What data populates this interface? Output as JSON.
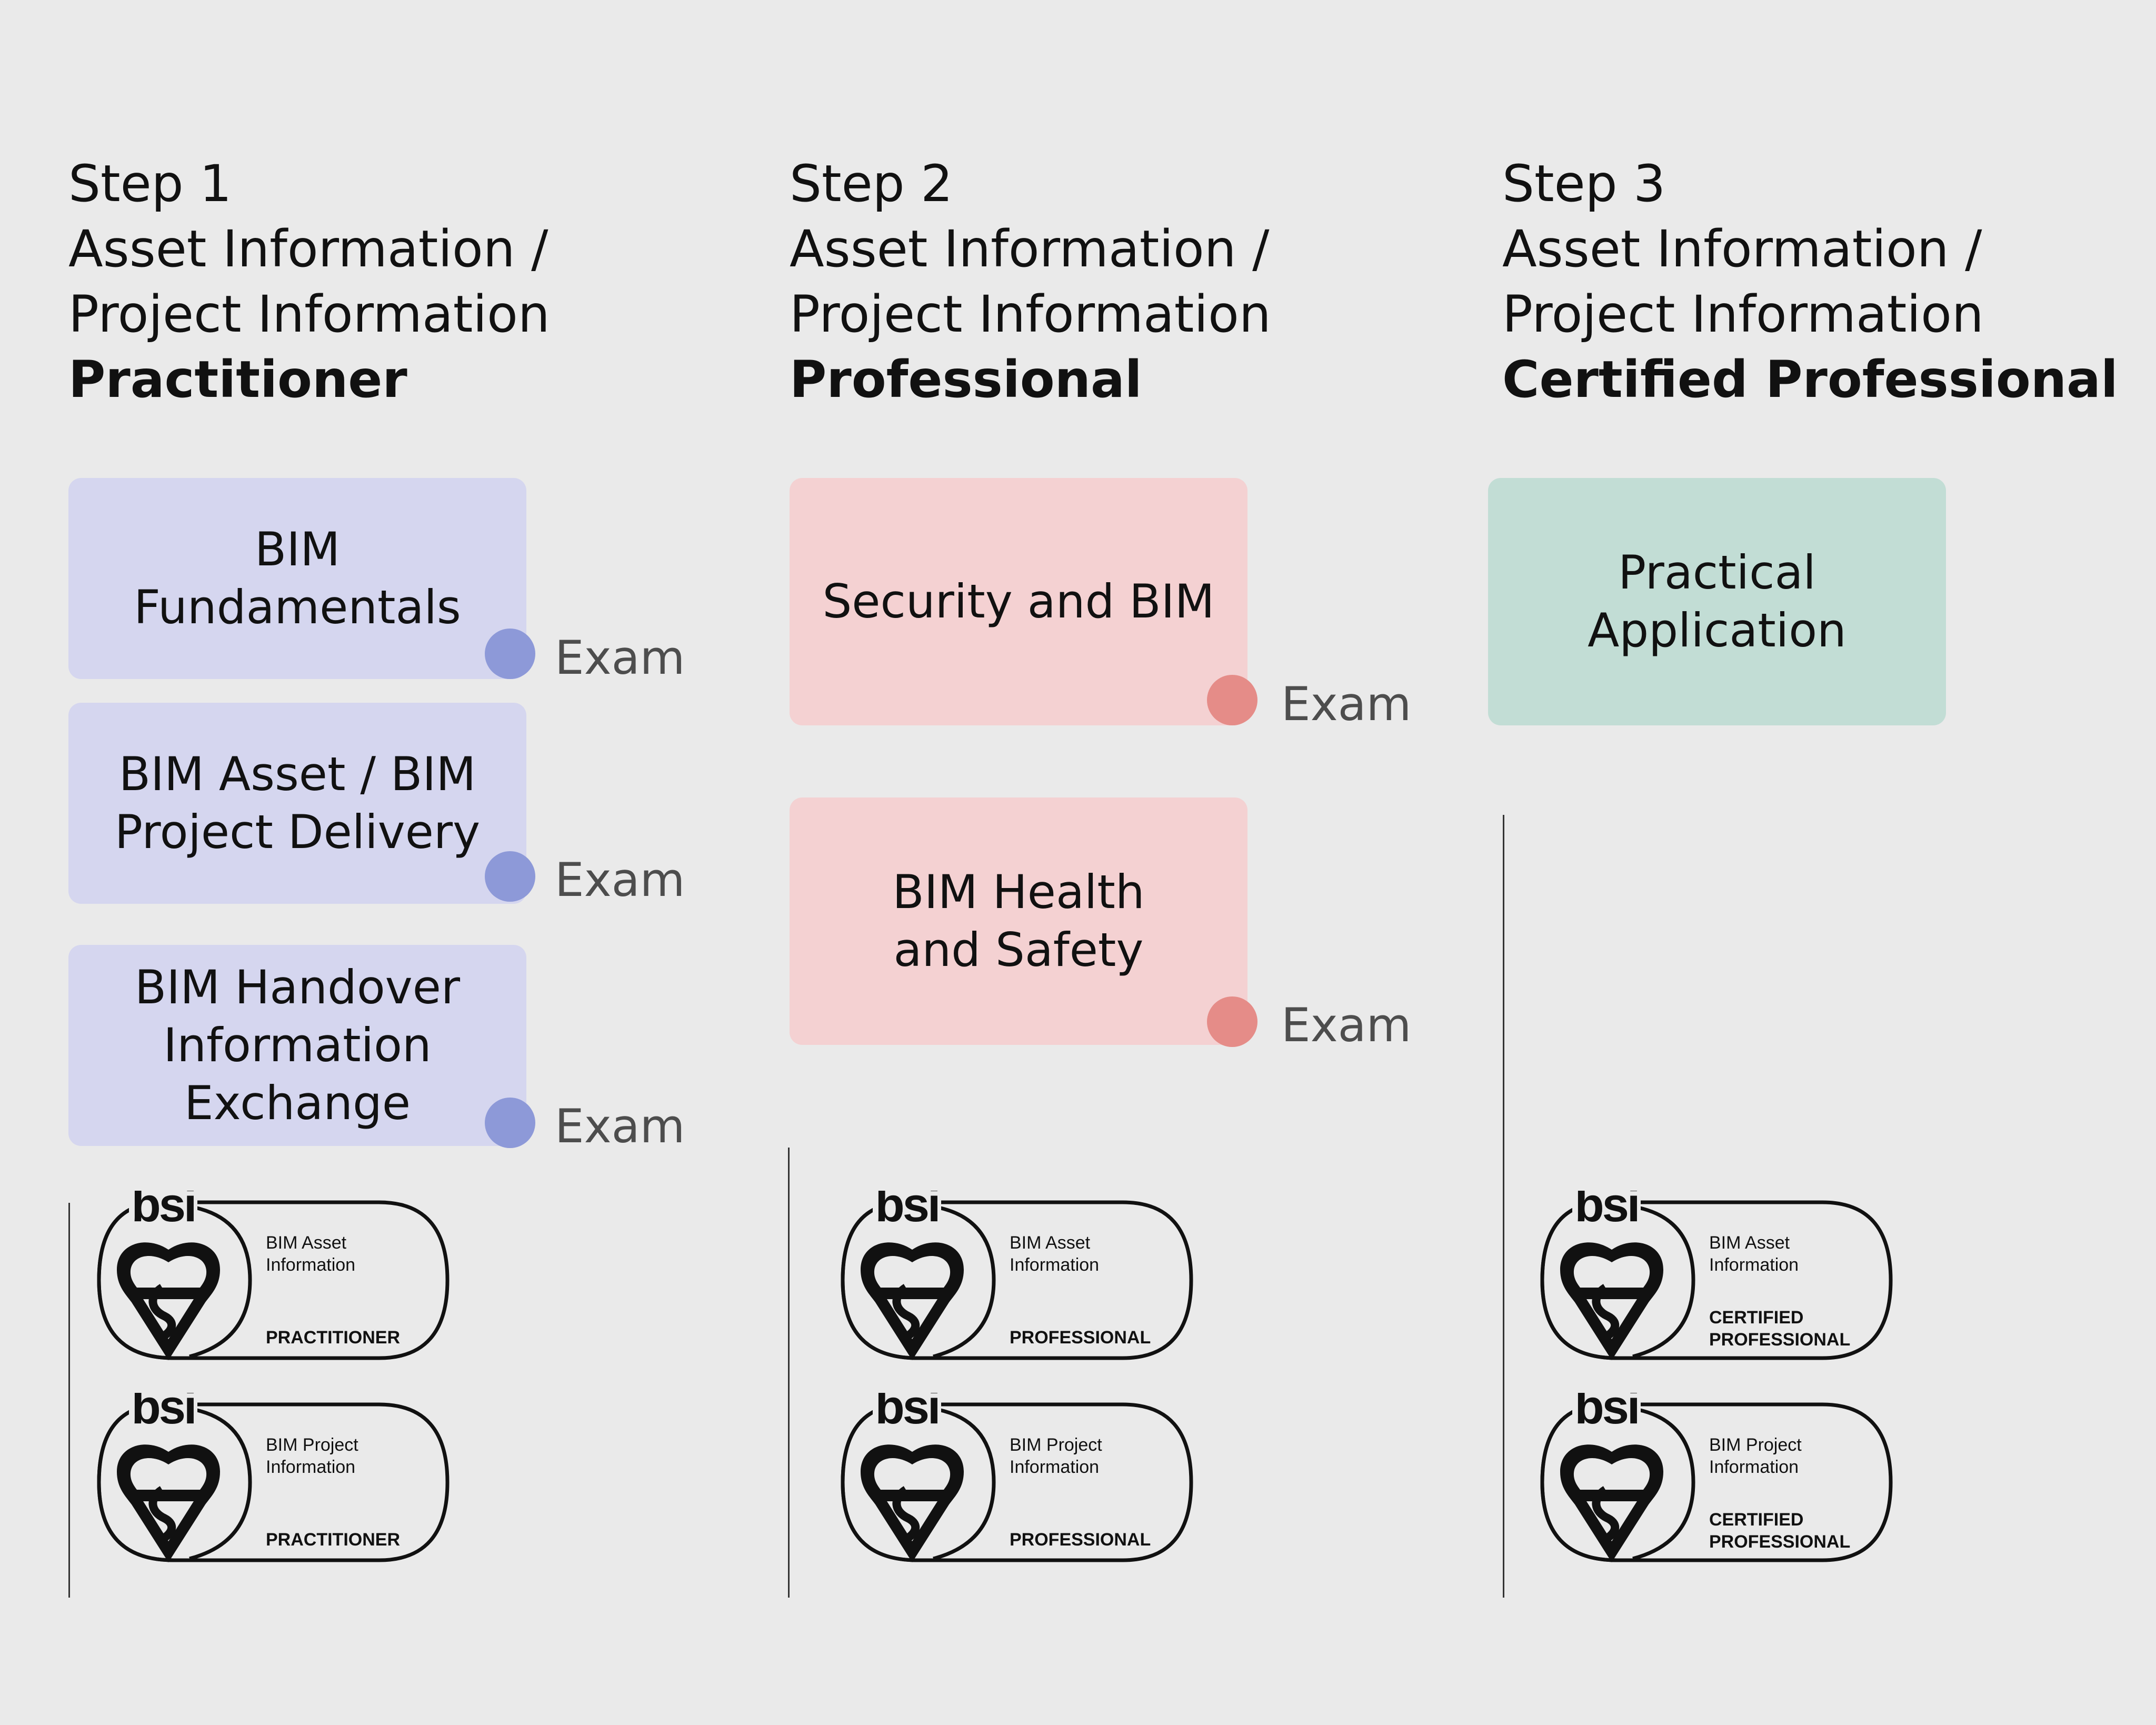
{
  "steps": [
    {
      "step_label": "Step 1",
      "title_line1": "Asset Information /",
      "title_line2": "Project Information",
      "level": "Practitioner",
      "color": "#d5d6ef",
      "accent": "#8d99d8",
      "modules": [
        {
          "name": "BIM\nFundamentals",
          "exam": "Exam"
        },
        {
          "name": "BIM Asset / BIM\nProject Delivery",
          "exam": "Exam"
        },
        {
          "name": "BIM Handover\nInformation\nExchange",
          "exam": "Exam"
        }
      ],
      "badges": [
        {
          "brand": "bsi",
          "line1": "BIM Asset",
          "line2": "Information",
          "level": "PRACTITIONER"
        },
        {
          "brand": "bsi",
          "line1": "BIM Project",
          "line2": "Information",
          "level": "PRACTITIONER"
        }
      ]
    },
    {
      "step_label": "Step 2",
      "title_line1": "Asset Information /",
      "title_line2": "Project Information",
      "level": "Professional",
      "color": "#f4d1d2",
      "accent": "#e58c88",
      "modules": [
        {
          "name": "Security and BIM",
          "exam": "Exam"
        },
        {
          "name": "BIM Health\nand Safety",
          "exam": "Exam"
        }
      ],
      "badges": [
        {
          "brand": "bsi",
          "line1": "BIM Asset",
          "line2": "Information",
          "level": "PROFESSIONAL"
        },
        {
          "brand": "bsi",
          "line1": "BIM Project",
          "line2": "Information",
          "level": "PROFESSIONAL"
        }
      ]
    },
    {
      "step_label": "Step 3",
      "title_line1": "Asset Information /",
      "title_line2": "Project Information",
      "level": "Certified Professional",
      "color": "#c2ddd5",
      "modules": [
        {
          "name": "Practical\nApplication"
        }
      ],
      "badges": [
        {
          "brand": "bsi",
          "line1": "BIM Asset",
          "line2": "Information",
          "level": "CERTIFIED\nPROFESSIONAL"
        },
        {
          "brand": "bsi",
          "line1": "BIM Project",
          "line2": "Information",
          "level": "CERTIFIED\nPROFESSIONAL"
        }
      ]
    }
  ]
}
